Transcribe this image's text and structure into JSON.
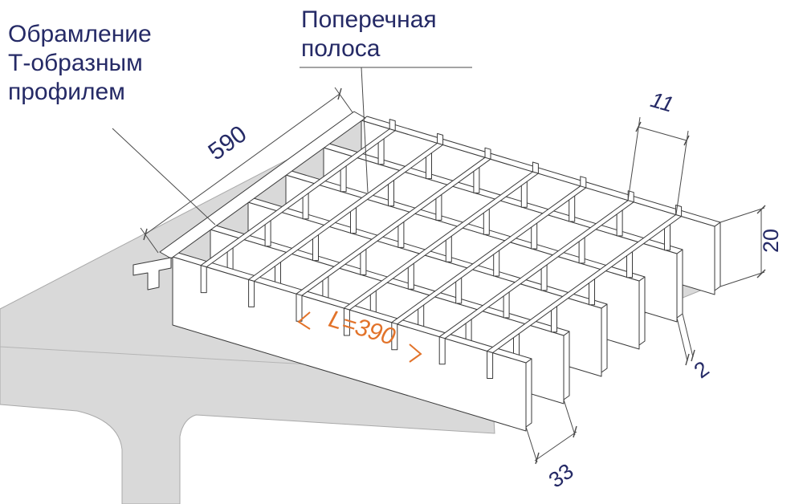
{
  "labels": {
    "framing_line1": "Обрамление",
    "framing_line2": "Т-образным",
    "framing_line3": "профилем",
    "crossbar_line1": "Поперечная",
    "crossbar_line2": "полоса"
  },
  "dims": {
    "width": "590",
    "pitch_cross": "11",
    "bar_height": "20",
    "bar_thickness": "2",
    "pitch_bearing": "33",
    "length": "L=390"
  },
  "colors": {
    "label_text": "#252a66",
    "length_text": "#e2732a",
    "beam_fill": "#d9d9d9",
    "drawing_line": "#3a3a3a"
  },
  "structure": {
    "bearing_bars": 6,
    "cross_bars": 7
  }
}
